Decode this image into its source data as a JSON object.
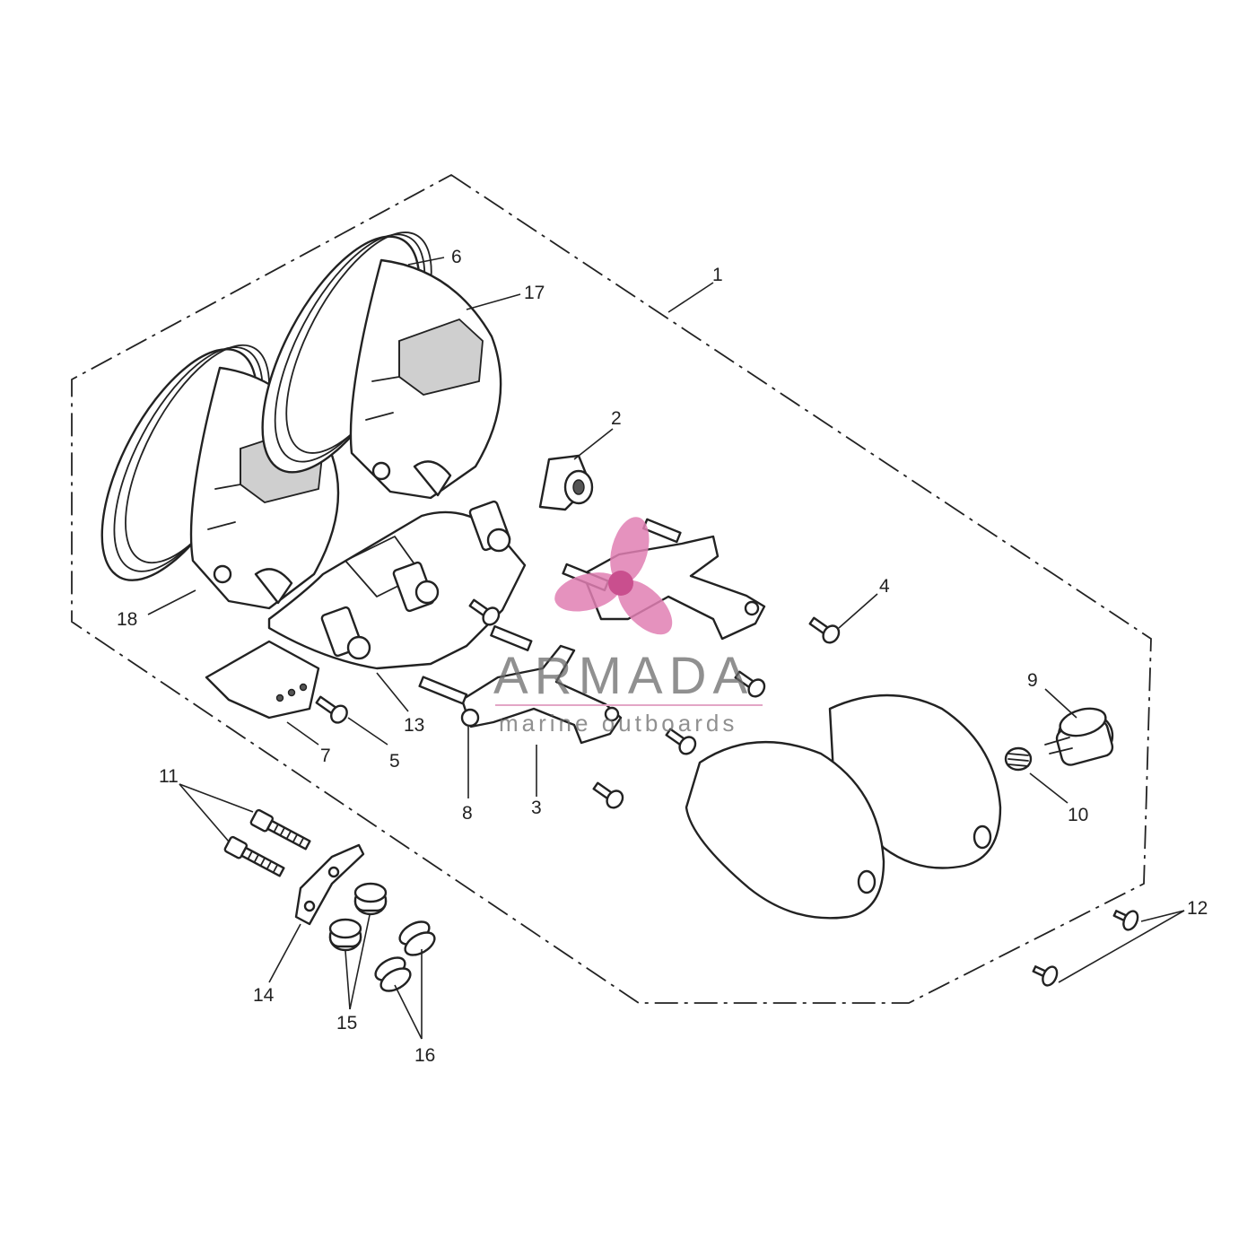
{
  "diagram": {
    "callouts": [
      {
        "id": "1",
        "label": "1"
      },
      {
        "id": "2",
        "label": "2"
      },
      {
        "id": "3",
        "label": "3"
      },
      {
        "id": "4",
        "label": "4"
      },
      {
        "id": "5",
        "label": "5"
      },
      {
        "id": "6",
        "label": "6"
      },
      {
        "id": "7",
        "label": "7"
      },
      {
        "id": "8",
        "label": "8"
      },
      {
        "id": "9",
        "label": "9"
      },
      {
        "id": "10",
        "label": "10"
      },
      {
        "id": "11",
        "label": "11"
      },
      {
        "id": "12",
        "label": "12"
      },
      {
        "id": "13",
        "label": "13"
      },
      {
        "id": "14",
        "label": "14"
      },
      {
        "id": "15",
        "label": "15"
      },
      {
        "id": "16",
        "label": "16"
      },
      {
        "id": "17",
        "label": "17"
      },
      {
        "id": "18",
        "label": "18"
      }
    ]
  },
  "watermark": {
    "brand": "ARMADA",
    "tagline": "marine outboards",
    "logo_icon": "propeller-icon",
    "accent_color": "#e07fb3"
  }
}
